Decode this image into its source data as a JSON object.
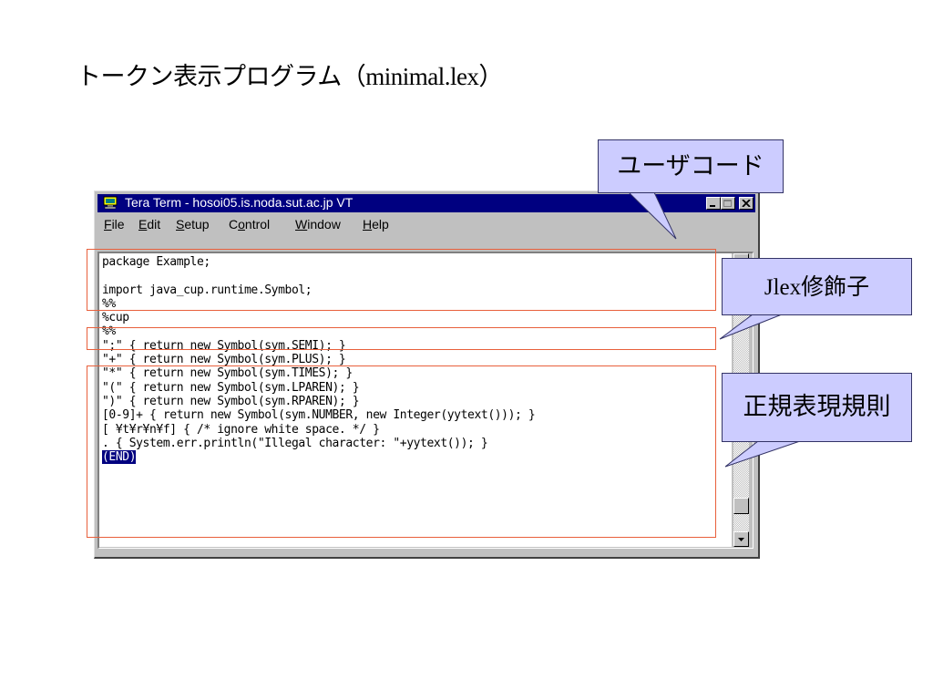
{
  "slide": {
    "title": "トークン表示プログラム",
    "title_paren": "（minimal.lex）"
  },
  "window": {
    "title": "Tera Term - hosoi05.is.noda.sut.ac.jp VT",
    "menu": [
      {
        "label": "File",
        "mnemonic": "F"
      },
      {
        "label": "Edit",
        "mnemonic": "E"
      },
      {
        "label": "Setup",
        "mnemonic": "S"
      },
      {
        "label": "Control",
        "mnemonic": "o"
      },
      {
        "label": "Window",
        "mnemonic": "W"
      },
      {
        "label": "Help",
        "mnemonic": "H"
      }
    ]
  },
  "terminal": {
    "lines": [
      "package Example;",
      "",
      "import java_cup.runtime.Symbol;",
      "%%",
      "%cup",
      "%%",
      "\";\" { return new Symbol(sym.SEMI); }",
      "\"+\" { return new Symbol(sym.PLUS); }",
      "\"*\" { return new Symbol(sym.TIMES); }",
      "\"(\" { return new Symbol(sym.LPAREN); }",
      "\")\" { return new Symbol(sym.RPAREN); }",
      "[0-9]+ { return new Symbol(sym.NUMBER, new Integer(yytext())); }",
      "[ ¥t¥r¥n¥f] { /* ignore white space. */ }",
      ". { System.err.println(\"Illegal character: \"+yytext()); }"
    ],
    "end_marker": "(END)"
  },
  "callouts": {
    "user_code": "ユーザコード",
    "modifier_prefix": "Jlex",
    "modifier_suffix": "修飾子",
    "regex_rules": "正規表現規則"
  },
  "colors": {
    "highlight": "#e8603c",
    "callout_fill": "#ccccff",
    "titlebar": "#000080"
  }
}
